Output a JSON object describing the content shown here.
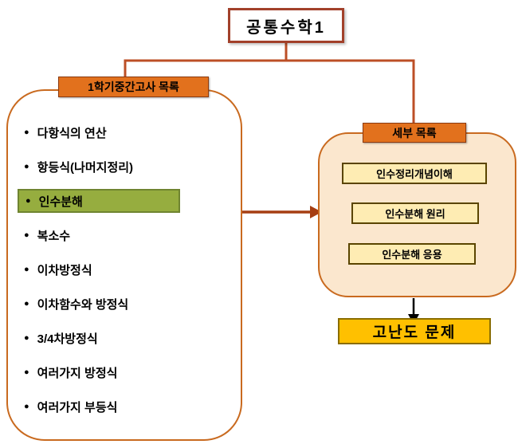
{
  "title": "공통수학1",
  "left_panel": {
    "header": "1학기중간고사 목록",
    "items": [
      {
        "label": "다항식의 연산",
        "highlighted": false
      },
      {
        "label": "항등식(나머지정리)",
        "highlighted": false
      },
      {
        "label": "인수분해",
        "highlighted": true
      },
      {
        "label": "복소수",
        "highlighted": false
      },
      {
        "label": "이차방정식",
        "highlighted": false
      },
      {
        "label": "이차함수와 방정식",
        "highlighted": false
      },
      {
        "label": "3/4차방정식",
        "highlighted": false
      },
      {
        "label": "여러가지 방정식",
        "highlighted": false
      },
      {
        "label": "여러가지 부등식",
        "highlighted": false
      }
    ]
  },
  "right_panel": {
    "header": "세부 목록",
    "items": [
      {
        "label": "인수정리개념이해"
      },
      {
        "label": "인수분해 원리"
      },
      {
        "label": "인수분해 응용"
      }
    ]
  },
  "bottom_box": {
    "label": "고난도 문제"
  },
  "icons": {
    "bullet": "●"
  },
  "colors": {
    "connector": "#BC4F26",
    "title_border": "#A2402A",
    "header_orange": "#E2711D",
    "panel_border": "#C96A1F",
    "highlight_green": "#96AD3F",
    "right_panel_fill": "#FBE7CE",
    "sub_box_fill": "#FEECB3",
    "gold": "#FFC000"
  }
}
